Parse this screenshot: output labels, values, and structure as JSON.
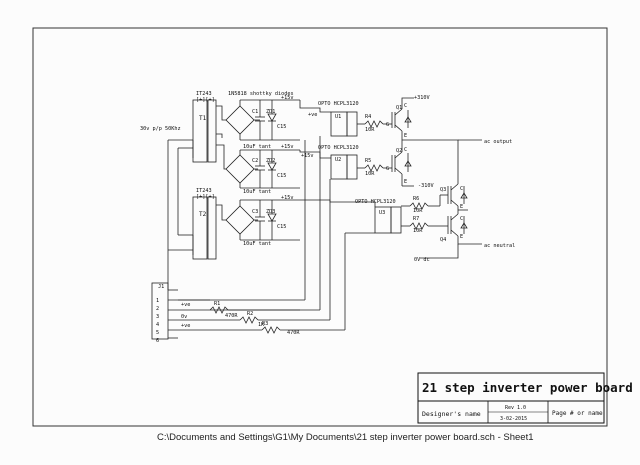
{
  "transformers": {
    "t1_ref": "IT243",
    "t1_pins": "[+][+]",
    "t1_name": "T1",
    "t2_ref": "IT243",
    "t2_pins": "[+][+]",
    "t2_name": "T2"
  },
  "diodes_label": "1N5818 shottky diodes",
  "input_label": "30v p/p 50Khz",
  "caps": {
    "c1": "C1",
    "c2": "C2",
    "c3": "C3",
    "c15a": "C15",
    "c15b": "C15",
    "c15c": "C15",
    "tant1": "10uF tant",
    "tant2": "10uF tant",
    "tant3": "10uF tant"
  },
  "zeners": {
    "zd1": "ZD1",
    "zd2": "ZD2",
    "zd3": "ZD3"
  },
  "rails": {
    "p15a": "+15v",
    "p15b": "+15v",
    "p15c": "+15v",
    "p15d": "+15v",
    "p310": "+310V",
    "m310": "-310V",
    "v0": "0V dc",
    "pve": "+ve"
  },
  "opto": {
    "o1": "OPTO  HCPL3120",
    "o2": "OPTO  HCPL3120",
    "o3": "OPTO  HCPL3120",
    "u1": "U1",
    "u2": "U2",
    "u3": "U3"
  },
  "res": {
    "r4": "R4",
    "r4v": "10R",
    "r5": "R5",
    "r5v": "10R",
    "r6": "R6",
    "r6v": "10R",
    "r7": "R7",
    "r7v": "10R",
    "r1": "R1",
    "r1v": "470R",
    "r2": "R2",
    "r2v": "1K",
    "r3": "R3",
    "r3v": "470R"
  },
  "igbt": {
    "q1": "Q1",
    "q2": "Q2",
    "q3": "Q3",
    "q4": "Q4",
    "c": "C",
    "e": "E",
    "g": "G"
  },
  "outputs": {
    "ac_output": "ac output",
    "ac_neutral": "ac neutral"
  },
  "connector": {
    "name": "J1",
    "pins": [
      "1",
      "2",
      "3",
      "4",
      "5",
      "6"
    ],
    "p1": "+ve",
    "p2": "0v",
    "p3": "+ve"
  },
  "title_block": {
    "title": "21 step inverter power board",
    "designer": "Designer's name",
    "rev": "Rev 1.0",
    "date": "3-02-2015",
    "page": "Page # or name"
  },
  "footer": "C:\\Documents and Settings\\G1\\My Documents\\21 step inverter power board.sch  -  Sheet1"
}
